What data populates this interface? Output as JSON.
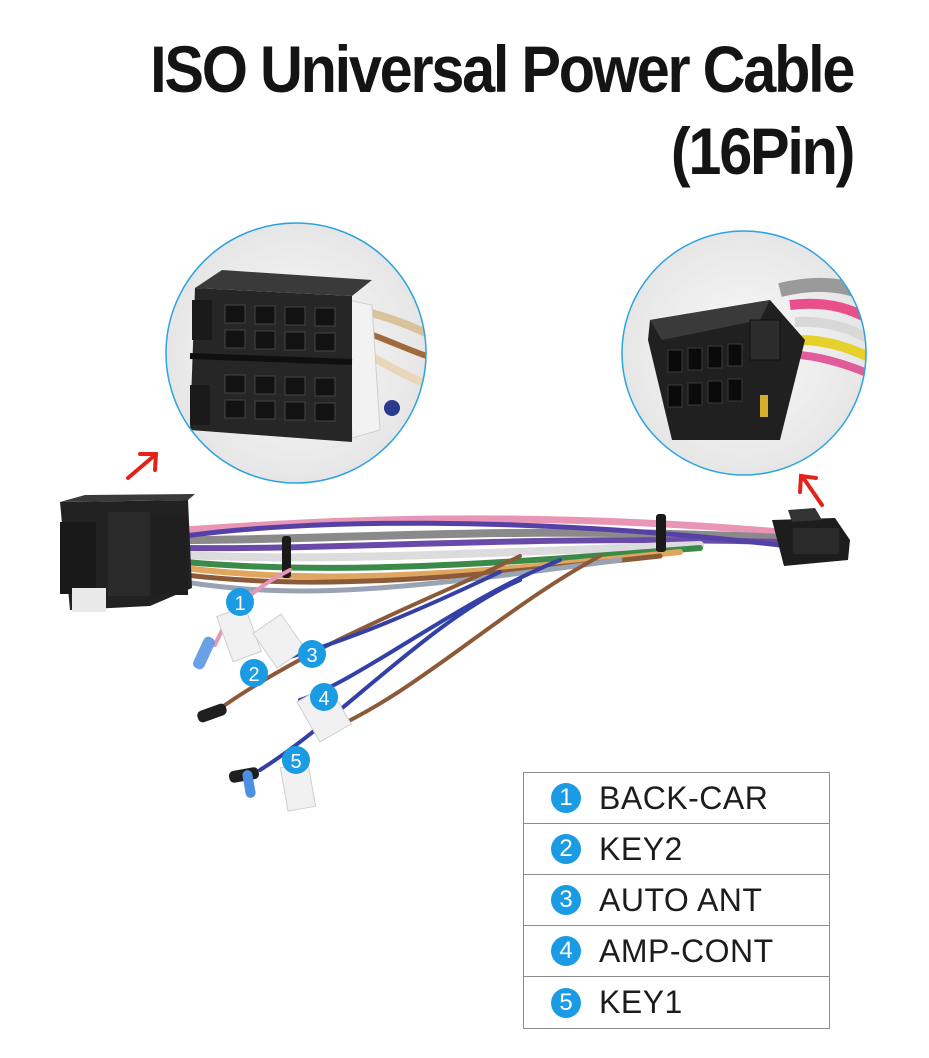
{
  "title": {
    "line1": "ISO Universal Power Cable",
    "line2": "(16Pin)"
  },
  "badges": [
    "1",
    "2",
    "3",
    "4",
    "5"
  ],
  "legend": [
    {
      "num": "1",
      "label": "BACK-CAR"
    },
    {
      "num": "2",
      "label": "KEY2"
    },
    {
      "num": "3",
      "label": "AUTO ANT"
    },
    {
      "num": "4",
      "label": "AMP-CONT"
    },
    {
      "num": "5",
      "label": "KEY1"
    }
  ],
  "icons": {
    "iso-connector": "iso-connector-icon",
    "pin16-connector": "pin16-connector-icon",
    "arrow": "red-arrow-icon"
  },
  "colors": {
    "badge": "#1a9be3",
    "circle_border": "#2aa3df",
    "arrow": "#e2231a",
    "connector": "#2b2b2b"
  }
}
